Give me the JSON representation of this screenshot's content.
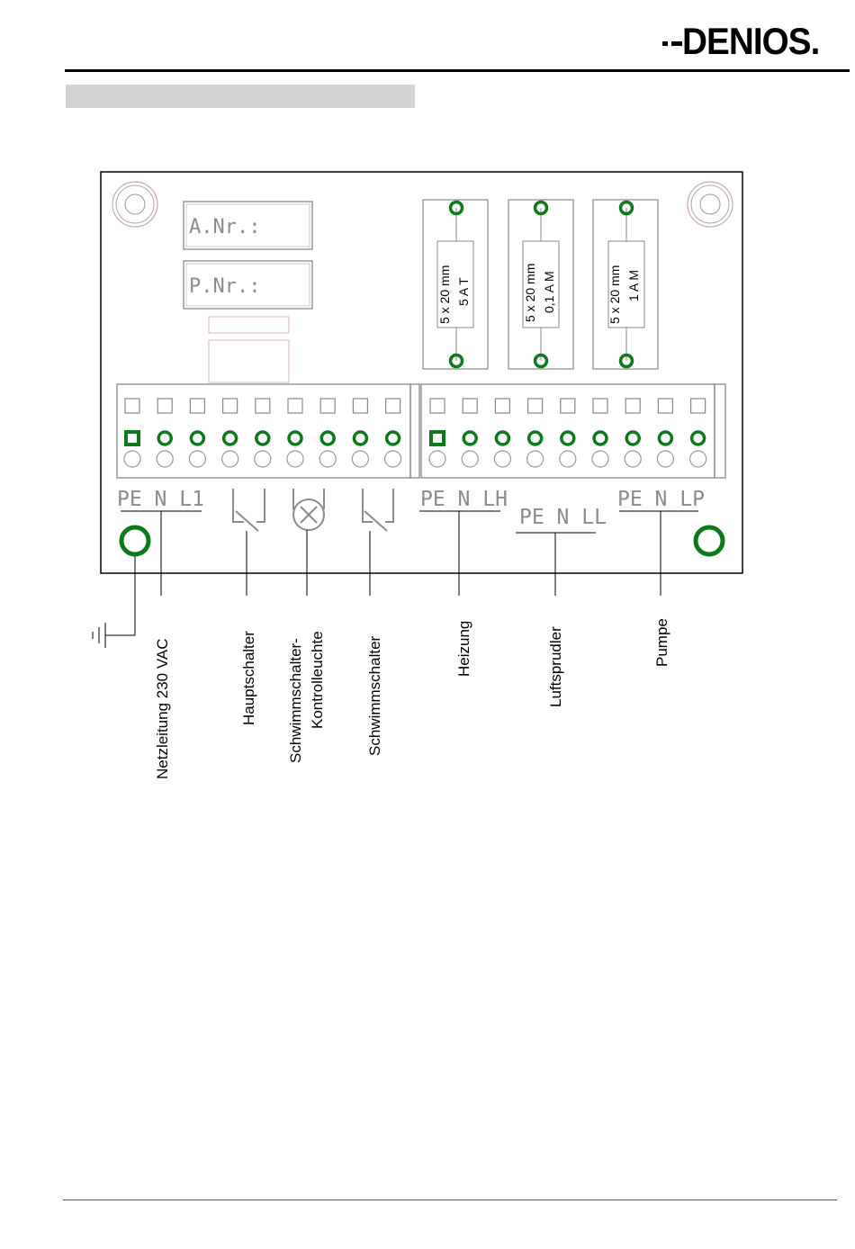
{
  "brand": {
    "logo_text": "DENIOS",
    "logo_dot": "."
  },
  "board": {
    "article_no_label": "A.Nr.:",
    "part_no_label": "P.Nr.:",
    "fuses": [
      {
        "size": "5 x 20 mm",
        "rating": "5 A  T"
      },
      {
        "size": "5 x 20 mm",
        "rating": "0,1 A  M"
      },
      {
        "size": "5 x 20 mm",
        "rating": "1 A  M"
      }
    ],
    "terminal_labels": {
      "mains": "PE  N  L1",
      "heating": "PE N LH",
      "air": "PE N  LL",
      "pump": "PE  N  LP"
    }
  },
  "callouts": {
    "mains": "Netzleitung 230 VAC",
    "main_switch": "Hauptschalter",
    "float_lamp_1": "Schwimmschalter-",
    "float_lamp_2": "Kontrolleuchte",
    "float_switch": "Schwimmschalter",
    "heating": "Heizung",
    "air_bubbler": "Luftsprudler",
    "pump": "Pumpe"
  },
  "colors": {
    "pad_green": "#0a7a1a",
    "silkscreen": "#8c8c8c",
    "board_outline": "#000000",
    "header_bar": "#d3d3d3"
  }
}
